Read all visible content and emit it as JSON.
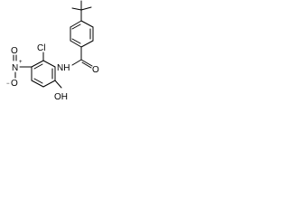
{
  "molecule": {
    "atoms": {
      "nh": "NH",
      "o_carbonyl": "O",
      "cl": "Cl",
      "oh": "OH",
      "n_nitro": "N",
      "n_nitro_charge": "+",
      "o_nitro_double": "O",
      "o_nitro_single": "O",
      "o_nitro_charge": "−"
    }
  }
}
